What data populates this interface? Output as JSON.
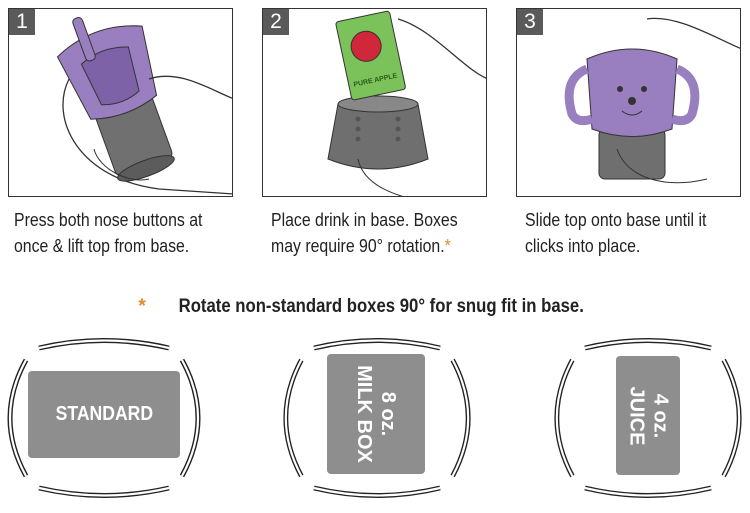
{
  "steps": [
    {
      "number": "1",
      "line1": "Press both nose buttons at",
      "line2": "once & lift top from base."
    },
    {
      "number": "2",
      "line1": "Place drink in base. Boxes",
      "line2": "may require 90° rotation.",
      "marker": "*",
      "box_label": "PURE APPLE"
    },
    {
      "number": "3",
      "line1": "Slide top onto base until it",
      "line2": "clicks into place."
    }
  ],
  "note": {
    "marker": "*",
    "text": "Rotate non-standard boxes 90° for snug fit in base."
  },
  "boxes": [
    {
      "label": "STANDARD"
    },
    {
      "line1": "8 oz.",
      "line2": "MILK BOX"
    },
    {
      "line1": "4 oz.",
      "line2": "JUICE"
    }
  ],
  "colors": {
    "purple": "#9a7fc0",
    "gray": "#6f6f6f",
    "box": "#8e8e8f",
    "accent": "#e08a2a",
    "green": "#7cc25a",
    "red": "#d0283a"
  }
}
